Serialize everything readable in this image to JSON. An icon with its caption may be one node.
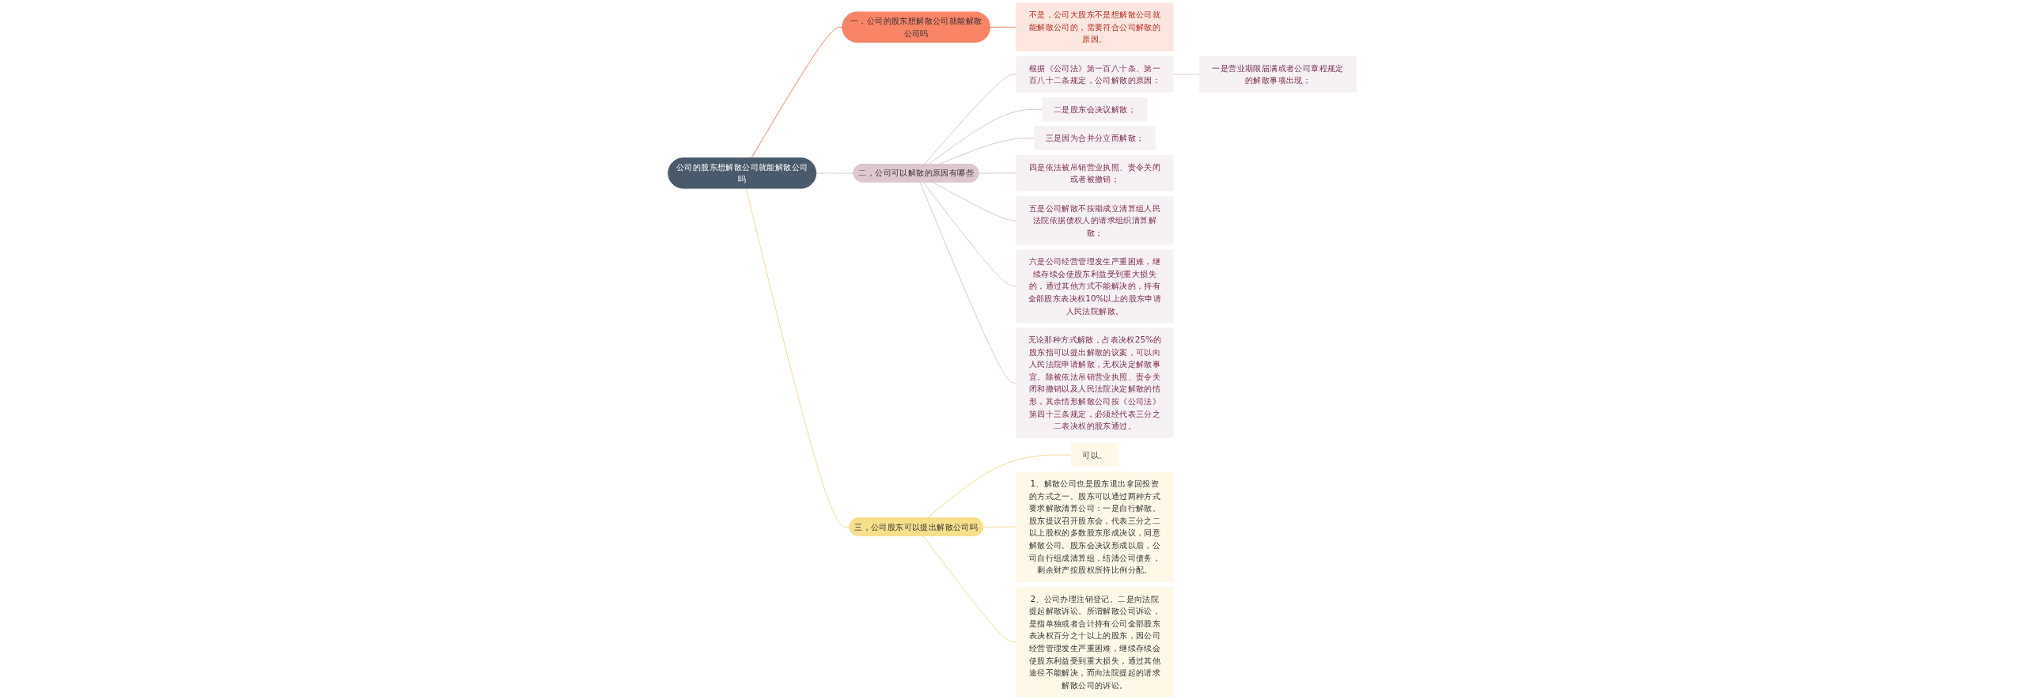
{
  "diagram": {
    "nodes": [
      {
        "text": [
          "公司的股东想解散公司就能解散公司吗"
        ]
      },
      {
        "text": [
          "一，公司的股东想解散公司就能解散公司吗"
        ]
      },
      {
        "text": [
          "不是，公司大股东不是想解散公司就能解散公司的，需要符合公司解散的原因。"
        ]
      },
      {
        "text": [
          "二，公司可以解散的原因有哪些"
        ]
      },
      {
        "text": [
          "根据《公司法》第一百八十条、第一百八十二条规定，公司解散的原因："
        ]
      },
      {
        "text": [
          "一是营业期限届满或者公司章程规定的解散事项出现；"
        ]
      },
      {
        "text": [
          "二是股东会决议解散；"
        ]
      },
      {
        "text": [
          "三是因为合并分立而解散；"
        ]
      },
      {
        "text": [
          "四是依法被吊销营业执照、责令关闭或者被撤销；"
        ]
      },
      {
        "text": [
          "五是公司解散不按期成立清算组人民法院依据债权人的请求组织清算解散；"
        ]
      },
      {
        "text": [
          "六是公司经营管理发生严重困难，继续存续会使股东利益受到重大损失的，通过其他方式不能解决的，持有全部股东表决权10%以上的股东申请人民法院解散。"
        ]
      },
      {
        "text": [
          "无论那种方式解散，占表决权25%的股东指可以提出解散的议案，可以向人民法院申请解散，无权决定解散事宜。除被依法吊销营业执照、责令关闭和撤销以及人民法院决定解散的情形，其余情形解散公司按《公司法》第四十三条规定，必须经代表三分之二表决权的股东通过。"
        ]
      },
      {
        "text": [
          "三，公司股东可以提出解散公司吗"
        ]
      },
      {
        "text": [
          "可以。"
        ]
      },
      {
        "text": [
          "1、解散公司也是股东退出拿回投资的方式之一。股东可以通过两种方式要求解散清算公司：一是自行解散。股东提议召开股东会，代表三分之二以上股权的多数股东形成决议，同意解散公司。股东会决议形成以后，公司自行组成清算组，结清公司债务，剩余财产按股权所持比例分配。"
        ]
      },
      {
        "text": [
          "2、公司办理注销登记。二是向法院提起解散诉讼。所谓解散公司诉讼，是指单独或者合计持有公司全部股东表决权百分之十以上的股东，因公司经营管理发生严重困难，继续存续会使股东利益受到重大损失，通过其他途径不能解决，而向法院提起的请求解散公司的诉讼。"
        ]
      }
    ],
    "edges": [
      {
        "from": 0,
        "to": 1,
        "arrow": "none",
        "color": "#f07f5f"
      },
      {
        "from": 1,
        "to": 2,
        "arrow": "none",
        "color": "#f07f5f"
      },
      {
        "from": 0,
        "to": 3,
        "arrow": "none"
      },
      {
        "from": 3,
        "to": 4,
        "arrow": "none"
      },
      {
        "from": 4,
        "to": 5,
        "arrow": "none"
      },
      {
        "from": 3,
        "to": 6,
        "arrow": "none"
      },
      {
        "from": 3,
        "to": 7,
        "arrow": "none"
      },
      {
        "from": 3,
        "to": 8,
        "arrow": "none"
      },
      {
        "from": 3,
        "to": 9,
        "arrow": "none"
      },
      {
        "from": 3,
        "to": 10,
        "arrow": "none"
      },
      {
        "from": 3,
        "to": 11,
        "arrow": "none"
      },
      {
        "from": 0,
        "to": 12,
        "arrow": "none",
        "color": "#f2d98a"
      },
      {
        "from": 12,
        "to": 13,
        "arrow": "none",
        "color": "#f2d98a"
      },
      {
        "from": 12,
        "to": 14,
        "arrow": "none",
        "color": "#f2d98a"
      },
      {
        "from": 12,
        "to": 15,
        "arrow": "none",
        "color": "#f2d98a"
      }
    ]
  }
}
